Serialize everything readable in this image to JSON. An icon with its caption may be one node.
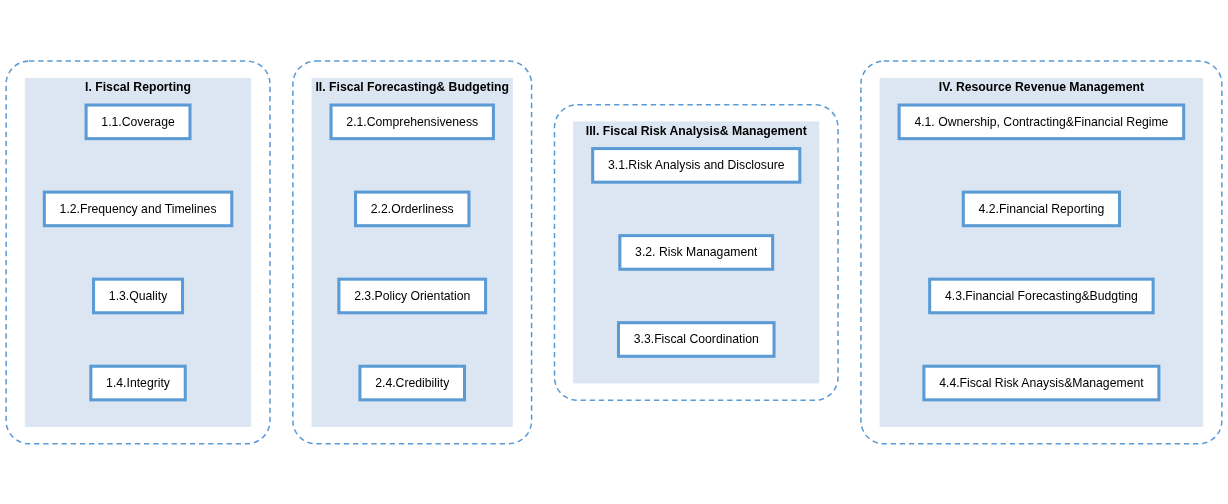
{
  "diagram": {
    "nodes": [
      {
        "text": [],
        "shape": "box"
      },
      {
        "text": [
          "I. Fiscal Reporting"
        ],
        "in": 0
      },
      {
        "text": [
          "1.1.Coverage"
        ],
        "in": 1
      },
      {
        "text": [
          "1.2.Frequency and Timelines"
        ],
        "in": 1
      },
      {
        "text": [
          "1.3.Quality"
        ],
        "in": 1
      },
      {
        "text": [
          "1.4.Integrity"
        ],
        "in": 1
      },
      {
        "text": [],
        "shape": "box"
      },
      {
        "text": [
          "II. Fiscal Forecasting& Budgeting"
        ],
        "in": 6
      },
      {
        "text": [
          "2.1.Comprehensiveness"
        ],
        "in": 7
      },
      {
        "text": [
          "2.2.Orderliness"
        ],
        "in": 7
      },
      {
        "text": [
          "2.3.Policy Orientation"
        ],
        "in": 7
      },
      {
        "text": [
          "2.4.Credibility"
        ],
        "in": 7
      },
      {
        "text": [],
        "shape": "box"
      },
      {
        "text": [
          "III. Fiscal Risk Analysis& Management"
        ],
        "in": 12
      },
      {
        "text": [
          "3.1.Risk Analysis and Disclosure"
        ],
        "in": 13
      },
      {
        "text": [
          "3.2. Risk Managament"
        ],
        "in": 13
      },
      {
        "text": [
          "3.3.Fiscal Coordination"
        ],
        "in": 13
      },
      {
        "text": [],
        "shape": "box"
      },
      {
        "text": [
          "IV. Resource Revenue Management"
        ],
        "in": 17
      },
      {
        "text": [
          "4.1. Ownership, Contracting&Financial Regime"
        ],
        "in": 18
      },
      {
        "text": [
          "4.2.Financial Reporting"
        ],
        "in": 18
      },
      {
        "text": [
          "4.3.Financial Forecasting&Budgting"
        ],
        "in": 18
      },
      {
        "text": [
          "4.4.Fiscal Risk Anaysis&Management"
        ],
        "in": 18
      }
    ],
    "edges": []
  }
}
